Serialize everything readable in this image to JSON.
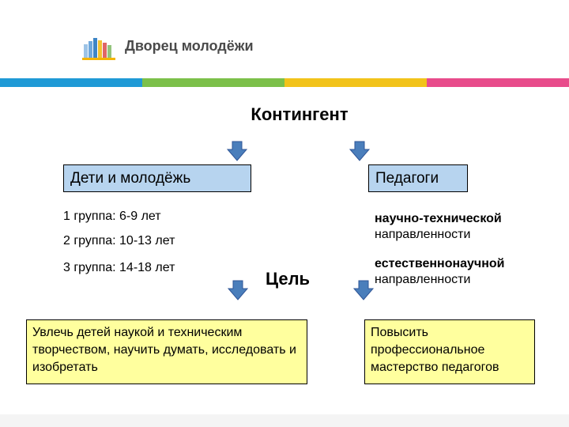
{
  "logo": {
    "text": "Дворец молодёжи",
    "icon": "books-logo-icon"
  },
  "stripe_colors": [
    "#1f9ad6",
    "#7cc04a",
    "#f2c31a",
    "#e84c8b"
  ],
  "title": "Контингент",
  "left_column": {
    "heading": "Дети и молодёжь",
    "groups": [
      "1 группа: 6-9 лет",
      "2 группа: 10-13 лет",
      "3 группа: 14-18 лет"
    ],
    "goal": "Увлечь детей наукой и техническим творчеством, научить думать, исследовать и изобретать"
  },
  "right_column": {
    "heading": "Педагоги",
    "directions": [
      {
        "bold": "научно-технической",
        "rest": "направленности"
      },
      {
        "bold": "естественнонаучной",
        "rest": "направленности"
      }
    ],
    "goal": "Повысить профессиональное мастерство педагогов"
  },
  "goal_label": "Цель",
  "colors": {
    "heading_box": "#b7d4ef",
    "goal_box": "#ffff9e",
    "arrow": "#4a7ebb"
  }
}
